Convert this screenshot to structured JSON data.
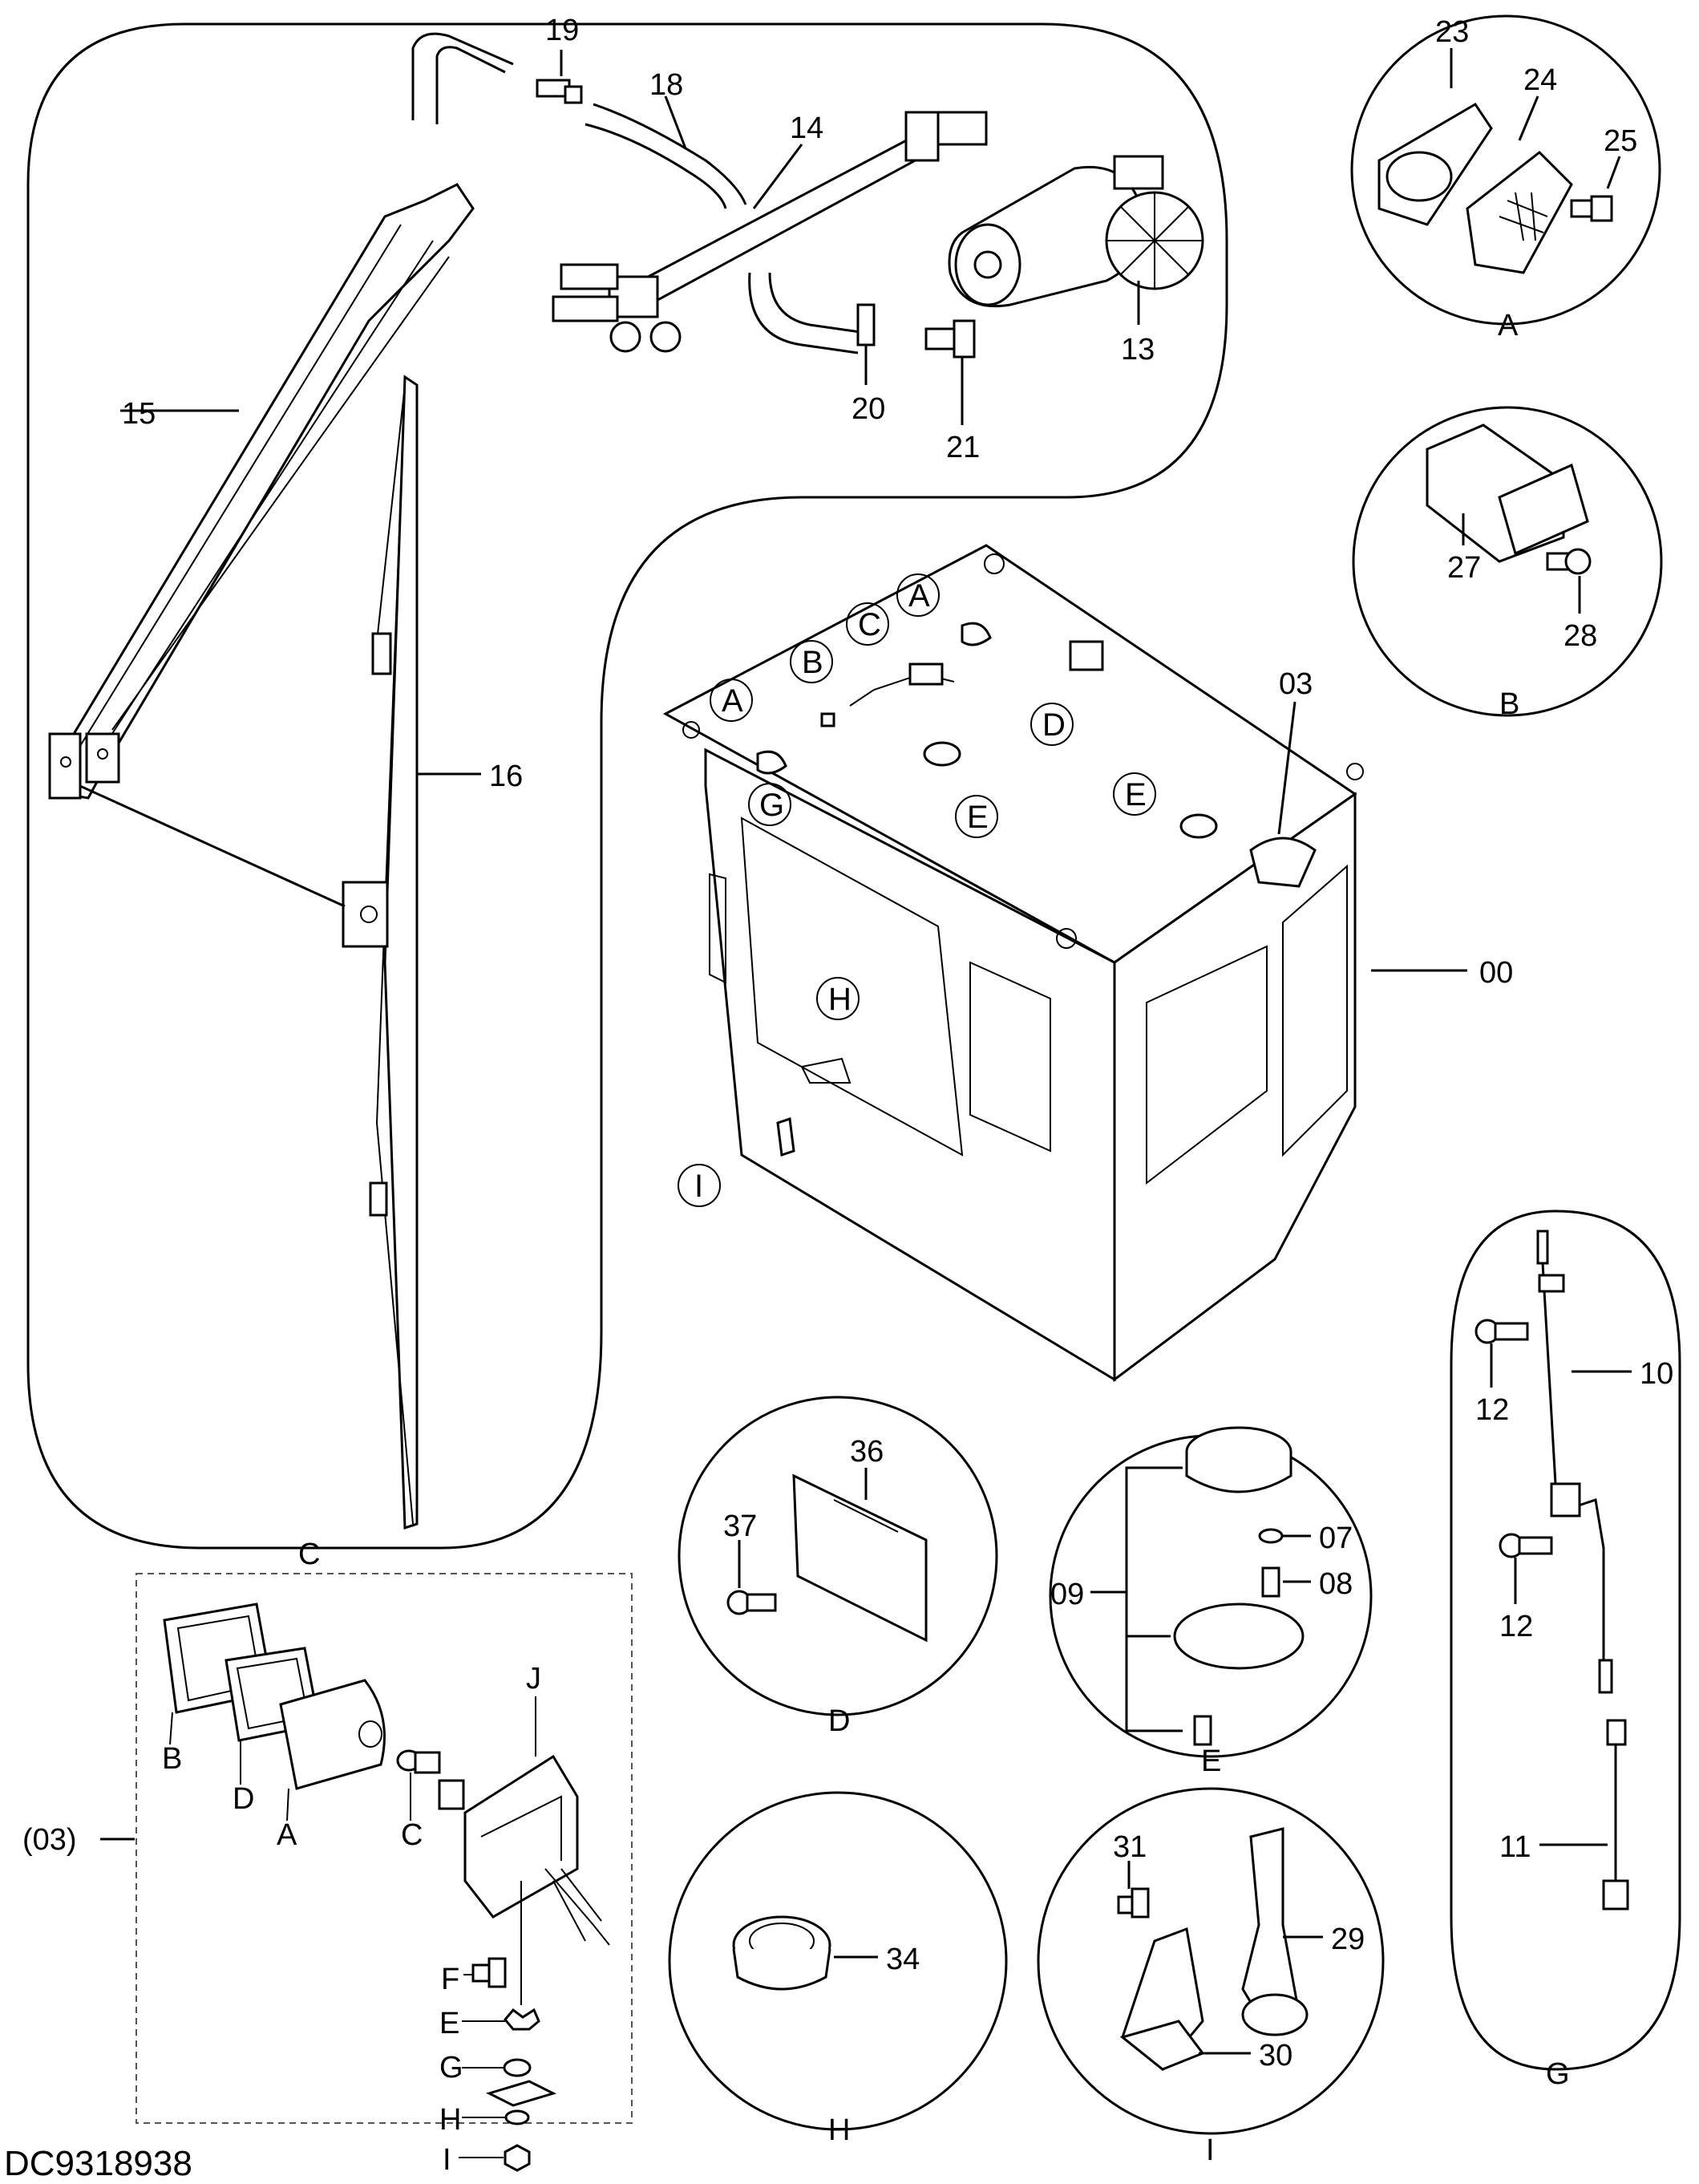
{
  "drawing_code": "DC9318938",
  "part_numbers": {
    "cab": "00",
    "work_light": "03",
    "work_light_ref": "(03)",
    "dome_light": "07",
    "screw_08": "08",
    "light_assy": "09",
    "cable_10": "10",
    "cable_11": "11",
    "screw_12": "12",
    "wiper_motor": "13",
    "link": "14",
    "wiper_arm": "15",
    "wiper_blade": "16",
    "hose": "18",
    "nozzle": "19",
    "clamp": "20",
    "bolt_21": "21",
    "speaker_gasket": "23",
    "speaker_cover": "24",
    "screw_25": "25",
    "switch_27": "27",
    "screw_28": "28",
    "lever": "29",
    "bracket_30": "30",
    "screw_31": "31",
    "grommet": "34",
    "name_plate": "36",
    "screw_37": "37"
  },
  "callouts": {
    "A": "A",
    "B": "B",
    "C": "C",
    "D": "D",
    "E": "E",
    "F": "F",
    "G": "G",
    "H": "H",
    "I": "I",
    "J": "J"
  }
}
